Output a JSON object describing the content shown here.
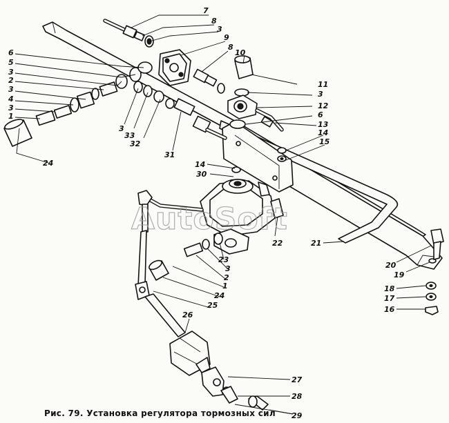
{
  "figure": {
    "caption": "Рис. 79. Установка регулятора тормозных сил",
    "watermark": "AutoSoft"
  },
  "callouts": [
    {
      "id": "c7a",
      "text": "7"
    },
    {
      "id": "c8a",
      "text": "8"
    },
    {
      "id": "c3a",
      "text": "3"
    },
    {
      "id": "c9",
      "text": "9"
    },
    {
      "id": "c8b",
      "text": "8"
    },
    {
      "id": "c10",
      "text": "10"
    },
    {
      "id": "c11",
      "text": "11"
    },
    {
      "id": "c3b",
      "text": "3"
    },
    {
      "id": "c12",
      "text": "12"
    },
    {
      "id": "c6b",
      "text": "6"
    },
    {
      "id": "c13",
      "text": "13"
    },
    {
      "id": "c14a",
      "text": "14"
    },
    {
      "id": "c15",
      "text": "15"
    },
    {
      "id": "c6a",
      "text": "6"
    },
    {
      "id": "c5",
      "text": "5"
    },
    {
      "id": "c3c",
      "text": "3"
    },
    {
      "id": "c2a",
      "text": "2"
    },
    {
      "id": "c3d",
      "text": "3"
    },
    {
      "id": "c4",
      "text": "4"
    },
    {
      "id": "c3e",
      "text": "3"
    },
    {
      "id": "c1a",
      "text": "1"
    },
    {
      "id": "c24a",
      "text": "24"
    },
    {
      "id": "c3f",
      "text": "3"
    },
    {
      "id": "c33",
      "text": "33"
    },
    {
      "id": "c32",
      "text": "32"
    },
    {
      "id": "c31",
      "text": "31"
    },
    {
      "id": "c14b",
      "text": "14"
    },
    {
      "id": "c30",
      "text": "30"
    },
    {
      "id": "c22",
      "text": "22"
    },
    {
      "id": "c21",
      "text": "21"
    },
    {
      "id": "c23",
      "text": "23"
    },
    {
      "id": "c3g",
      "text": "3"
    },
    {
      "id": "c2b",
      "text": "2"
    },
    {
      "id": "c1b",
      "text": "1"
    },
    {
      "id": "c24b",
      "text": "24"
    },
    {
      "id": "c25",
      "text": "25"
    },
    {
      "id": "c26",
      "text": "26"
    },
    {
      "id": "c20",
      "text": "20"
    },
    {
      "id": "c19",
      "text": "19"
    },
    {
      "id": "c18",
      "text": "18"
    },
    {
      "id": "c17",
      "text": "17"
    },
    {
      "id": "c16",
      "text": "16"
    },
    {
      "id": "c27",
      "text": "27"
    },
    {
      "id": "c28",
      "text": "28"
    },
    {
      "id": "c29",
      "text": "29"
    }
  ]
}
